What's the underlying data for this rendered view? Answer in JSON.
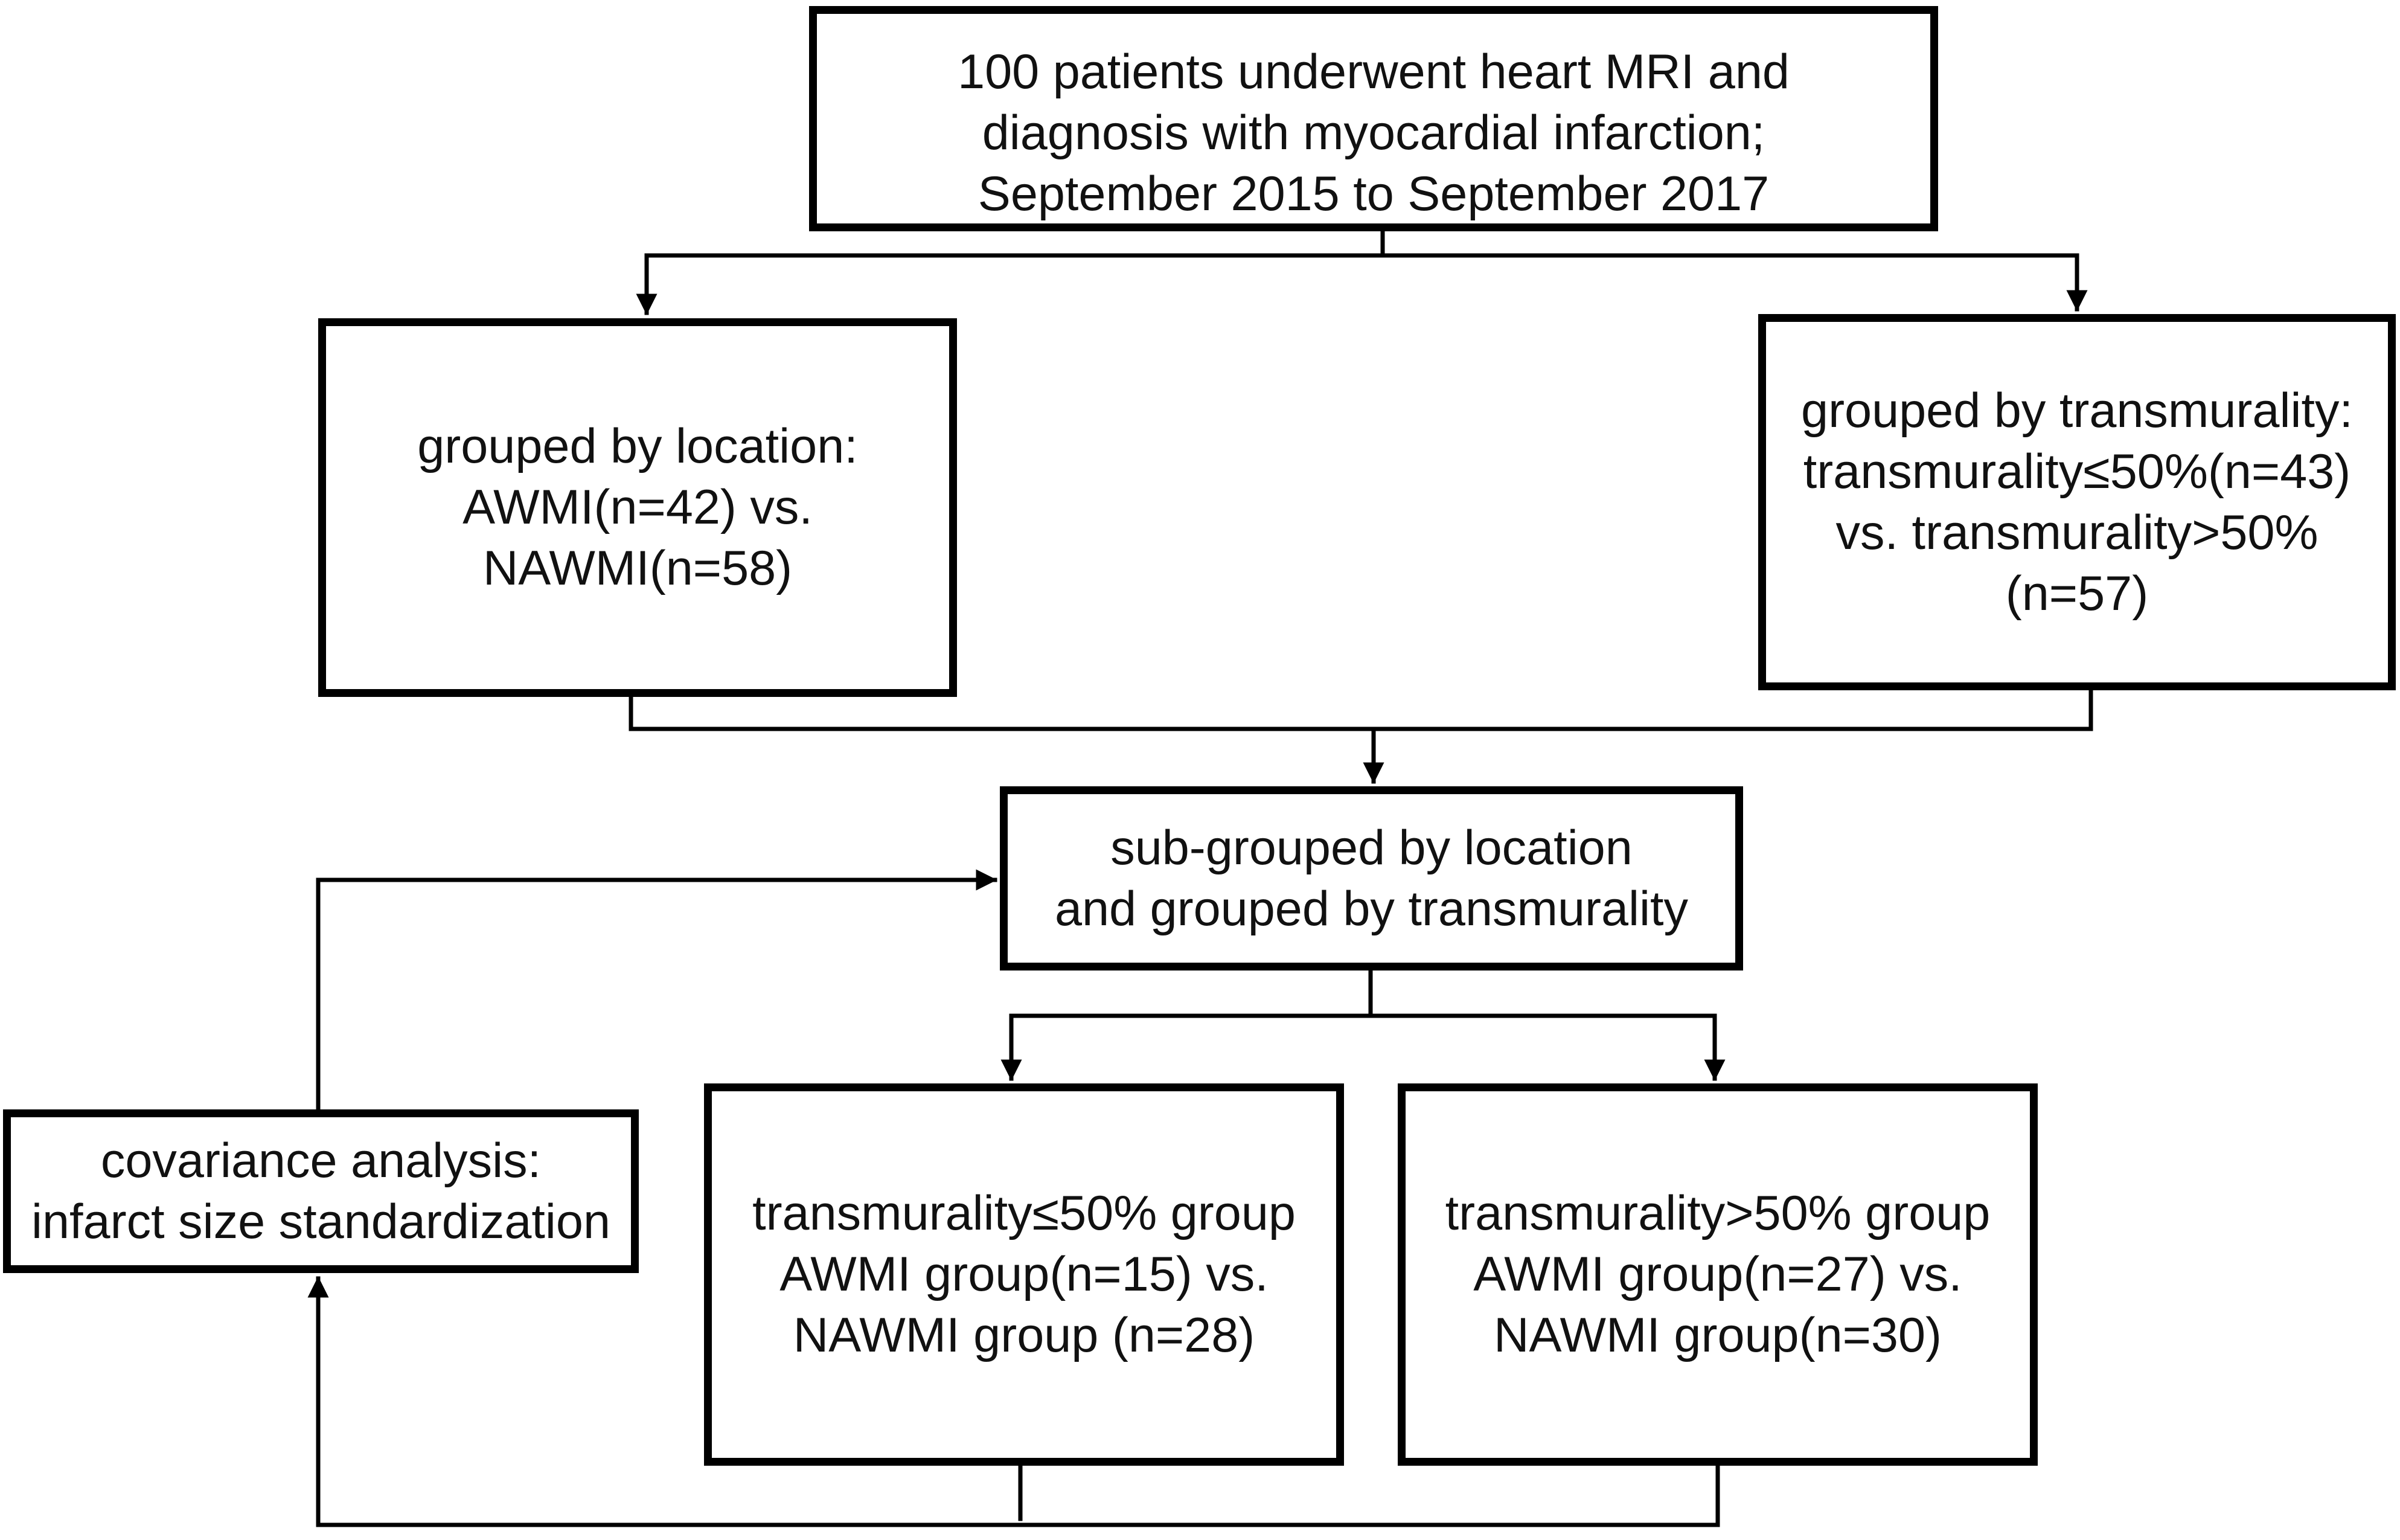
{
  "diagram": {
    "boxes": {
      "top": {
        "lines": [
          "100 patients underwent heart MRI and",
          "diagnosis with myocardial infarction;",
          "September 2015 to September 2017"
        ]
      },
      "location": {
        "lines": [
          "grouped by location:",
          "AWMI(n=42) vs.",
          "NAWMI(n=58)"
        ]
      },
      "transmurality": {
        "lines": [
          "grouped by transmurality:",
          "transmurality≤50%(n=43)",
          "vs. transmurality>50%",
          "(n=57)"
        ]
      },
      "subgroup": {
        "lines": [
          "sub-grouped by location",
          "and grouped by transmurality"
        ]
      },
      "covariance": {
        "lines": [
          "covariance analysis:",
          "infarct size standardization"
        ]
      },
      "low": {
        "lines": [
          "transmurality≤50% group",
          "AWMI group(n=15) vs.",
          "NAWMI group (n=28)"
        ]
      },
      "high": {
        "lines": [
          "transmurality>50% group",
          "AWMI group(n=27) vs.",
          "NAWMI group(n=30)"
        ]
      }
    },
    "colors": {
      "stroke": "#000000",
      "text": "#111111",
      "background": "#ffffff"
    }
  }
}
